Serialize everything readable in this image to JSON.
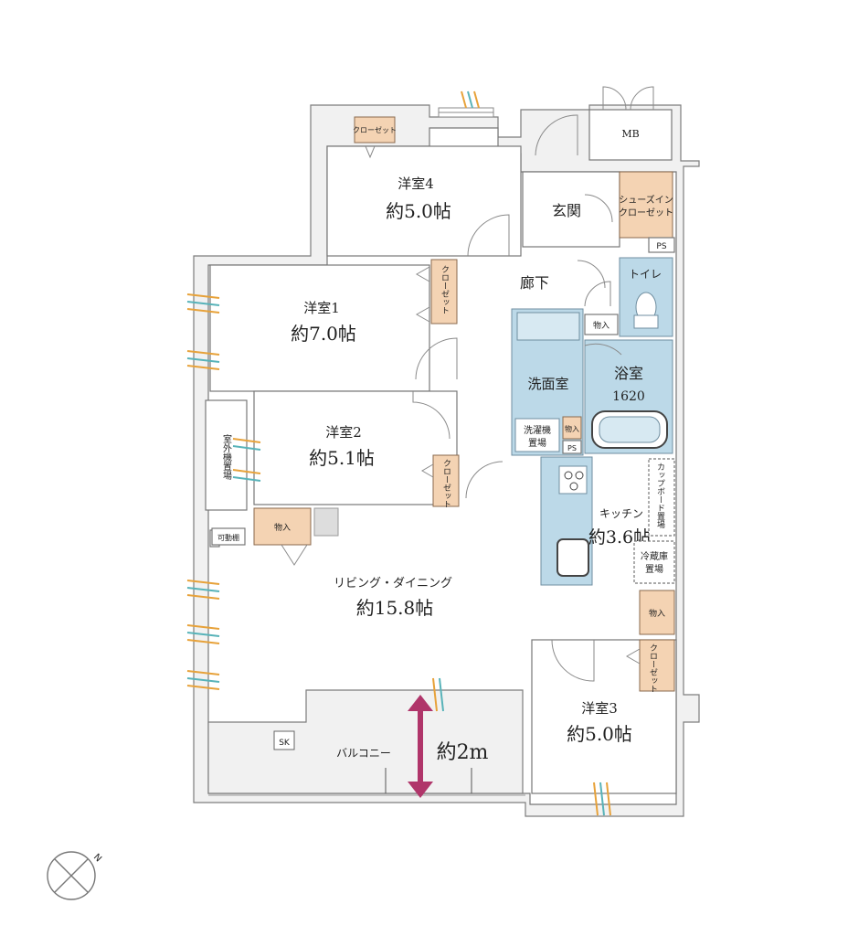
{
  "rooms": {
    "western4": {
      "name": "洋室4",
      "size": "約5.0帖"
    },
    "western1": {
      "name": "洋室1",
      "size": "約7.0帖"
    },
    "western2": {
      "name": "洋室2",
      "size": "約5.1帖"
    },
    "western3": {
      "name": "洋室3",
      "size": "約5.0帖"
    },
    "living": {
      "name": "リビング・ダイニング",
      "size": "約15.8帖"
    },
    "kitchen": {
      "name": "キッチン",
      "size": "約3.6帖"
    },
    "entrance": {
      "name": "玄関"
    },
    "hallway": {
      "name": "廊下"
    },
    "toilet": {
      "name": "トイレ"
    },
    "washroom": {
      "name": "洗面室"
    },
    "bath": {
      "name": "浴室",
      "size": "1620"
    },
    "balcony": {
      "name": "バルコニー"
    }
  },
  "storage": {
    "closet": "クローゼット",
    "shoe_closet_line1": "シューズイン",
    "shoe_closet_line2": "クローゼット",
    "mono_ire": "物入",
    "kadou_dana": "可動棚",
    "ps": "PS",
    "mb": "MB",
    "sk": "SK",
    "washing_machine_line1": "洗濯機",
    "washing_machine_line2": "置場",
    "cupboard": "カップボード置場",
    "fridge_line1": "冷蔵庫",
    "fridge_line2": "置場",
    "outdoor_unit": "室外機置場"
  },
  "annotation": {
    "balcony_depth": "約2m"
  },
  "compass": {
    "north": "N"
  },
  "colors": {
    "wet_area": "#bcd9e8",
    "closet": "#f4d3b3",
    "wall": "#f1f1f1",
    "depth_arrow": "#b0356a"
  }
}
